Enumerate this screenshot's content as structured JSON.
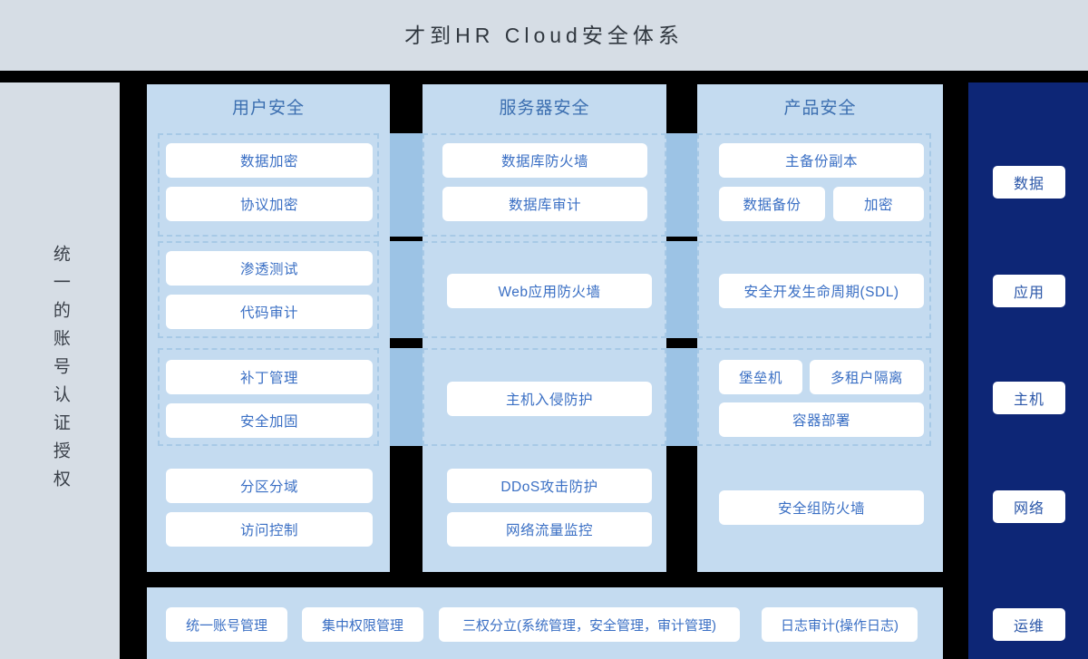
{
  "header": {
    "title": "才到HR Cloud安全体系"
  },
  "left_panel": {
    "label": "统一的账号认证授权"
  },
  "right_panel": {
    "chips": [
      {
        "label": "数据"
      },
      {
        "label": "应用"
      },
      {
        "label": "主机"
      },
      {
        "label": "网络"
      },
      {
        "label": "运维"
      }
    ]
  },
  "columns": [
    {
      "title": "用户安全",
      "rows": [
        {
          "cards": [
            {
              "label": "数据加密"
            },
            {
              "label": "协议加密"
            }
          ]
        },
        {
          "cards": [
            {
              "label": "渗透测试"
            },
            {
              "label": "代码审计"
            }
          ]
        },
        {
          "cards": [
            {
              "label": "补丁管理"
            },
            {
              "label": "安全加固"
            }
          ]
        },
        {
          "cards": [
            {
              "label": "分区分域"
            },
            {
              "label": "访问控制"
            }
          ]
        }
      ]
    },
    {
      "title": "服务器安全",
      "rows": [
        {
          "cards": [
            {
              "label": "数据库防火墙"
            },
            {
              "label": "数据库审计"
            }
          ]
        },
        {
          "cards": [
            {
              "label": "Web应用防火墙"
            }
          ]
        },
        {
          "cards": [
            {
              "label": "主机入侵防护"
            }
          ]
        },
        {
          "cards": [
            {
              "label": "DDoS攻击防护"
            },
            {
              "label": "网络流量监控"
            }
          ]
        }
      ]
    },
    {
      "title": "产品安全",
      "rows": [
        {
          "cards": [
            {
              "label": "主备份副本"
            },
            {
              "label": "数据备份"
            },
            {
              "label": "加密"
            }
          ]
        },
        {
          "cards": [
            {
              "label": "安全开发生命周期(SDL)"
            }
          ]
        },
        {
          "cards": [
            {
              "label": "堡垒机"
            },
            {
              "label": "多租户隔离"
            },
            {
              "label": "容器部署"
            }
          ]
        },
        {
          "cards": [
            {
              "label": "安全组防火墙"
            }
          ]
        }
      ]
    }
  ],
  "bottom_bar": {
    "cards": [
      {
        "label": "统一账号管理"
      },
      {
        "label": "集中权限管理"
      },
      {
        "label": "三权分立(系统管理，安全管理，审计管理)"
      },
      {
        "label": "日志审计(操作日志)"
      }
    ]
  },
  "colors": {
    "page_background": "#000000",
    "header_background": "#d6dde5",
    "panel_background": "#d6dde5",
    "navy": "#0d2676",
    "column_background": "#c4dbf0",
    "band_connector": "#9cc3e5",
    "dashed_border": "#a7c9e6",
    "card_background": "#ffffff",
    "card_text": "#3a6fc4",
    "column_title_text": "#3c6fb0",
    "header_title_text": "#30373f"
  }
}
